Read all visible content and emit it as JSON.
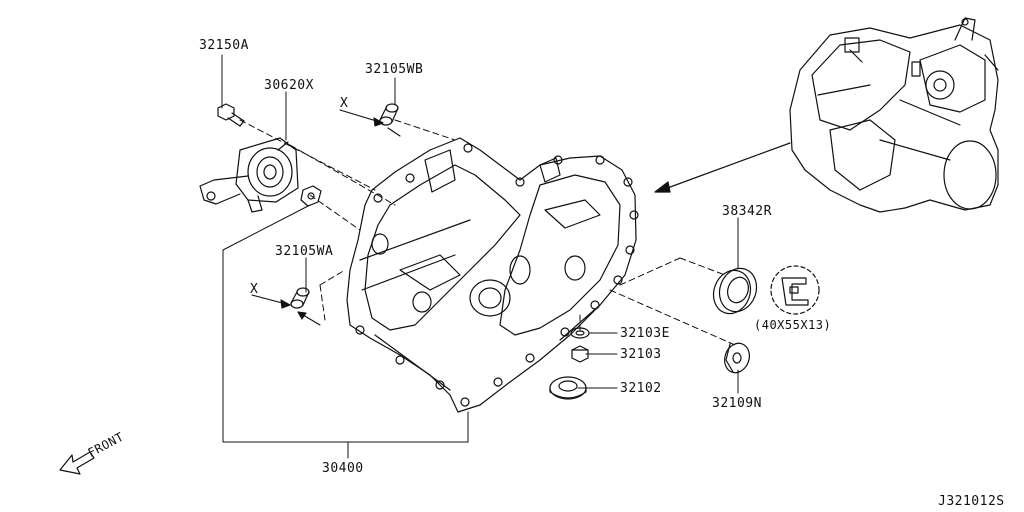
{
  "parts": {
    "p32150A": "32150A",
    "p30620X": "30620X",
    "p32105WB": "32105WB",
    "p32105WA": "32105WA",
    "p38342R": "38342R",
    "p38342R_size": "(40X55X13)",
    "p32103E": "32103E",
    "p32103": "32103",
    "p32102": "32102",
    "p32109N": "32109N",
    "p30400": "30400"
  },
  "markers": {
    "x_top": "X",
    "x_bottom": "X"
  },
  "orientation": {
    "front_label": "FRONT"
  },
  "diagram_id": "J321012S"
}
